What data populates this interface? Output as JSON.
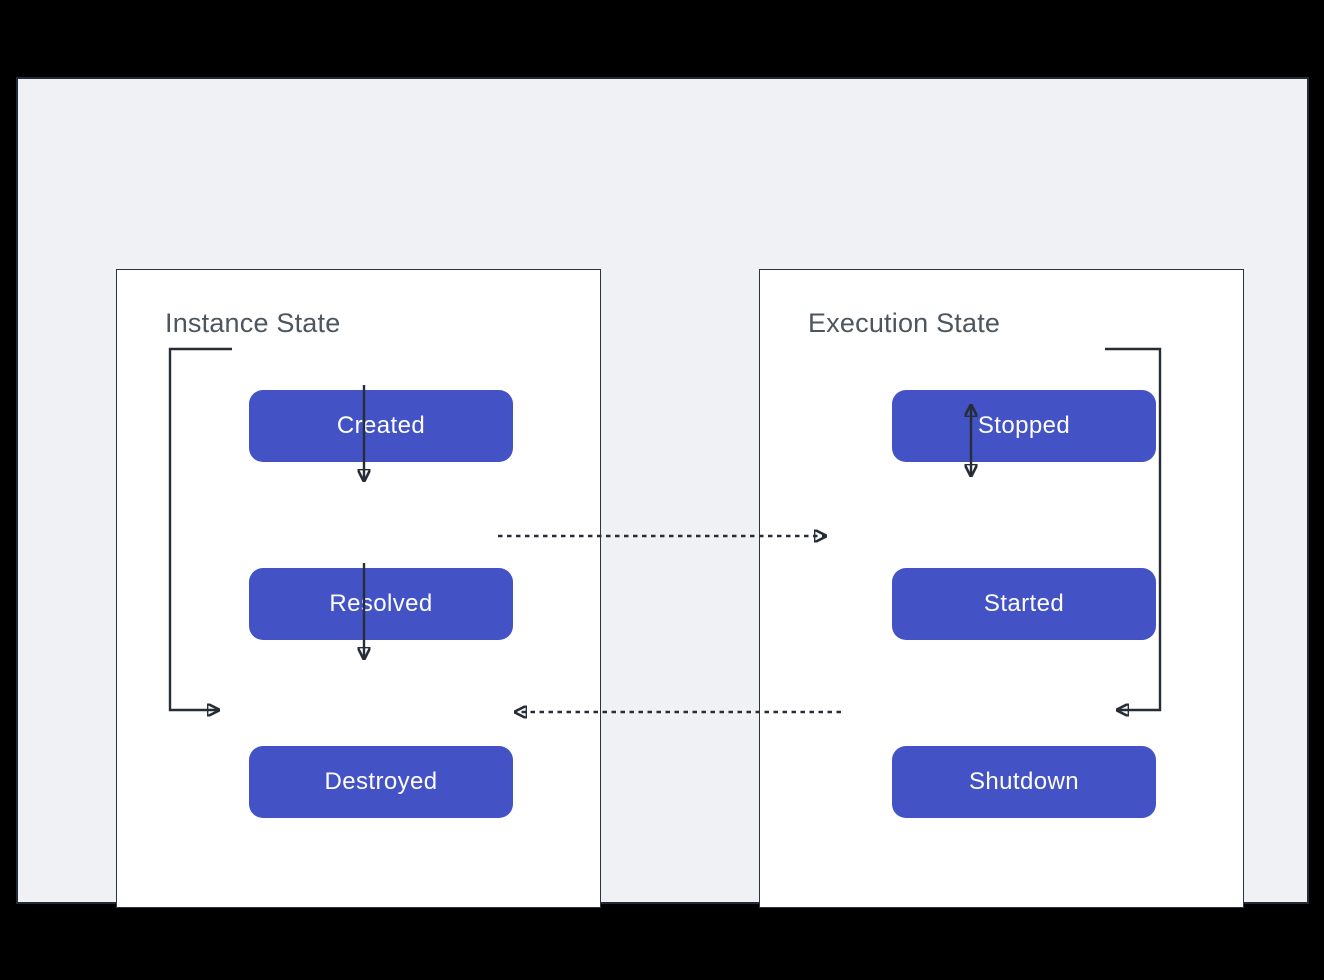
{
  "diagram": {
    "panels": [
      {
        "title": "Instance State",
        "nodes": [
          {
            "label": "Created"
          },
          {
            "label": "Resolved"
          },
          {
            "label": "Destroyed"
          }
        ]
      },
      {
        "title": "Execution State",
        "nodes": [
          {
            "label": "Stopped"
          },
          {
            "label": "Started"
          },
          {
            "label": "Shutdown"
          }
        ]
      }
    ],
    "connections": [
      {
        "from": "Created",
        "to": "Resolved",
        "style": "solid",
        "arrow": "single",
        "route": "straight-down"
      },
      {
        "from": "Resolved",
        "to": "Destroyed",
        "style": "solid",
        "arrow": "single",
        "route": "straight-down"
      },
      {
        "from": "Created",
        "to": "Destroyed",
        "style": "solid",
        "arrow": "single",
        "route": "left-bypass"
      },
      {
        "from": "Stopped",
        "to": "Started",
        "style": "solid",
        "arrow": "double",
        "route": "straight-down"
      },
      {
        "from": "Stopped",
        "to": "Shutdown",
        "style": "solid",
        "arrow": "single",
        "route": "right-bypass"
      },
      {
        "from": "Resolved",
        "to": "Started",
        "style": "dotted",
        "arrow": "single",
        "route": "horizontal"
      },
      {
        "from": "Shutdown",
        "to": "Destroyed",
        "style": "dotted",
        "arrow": "single",
        "route": "horizontal"
      }
    ],
    "colors": {
      "node_fill": "#4353c6",
      "node_text": "#fdfdfe",
      "panel_background": "#ffffff",
      "panel_border": "#2d343e",
      "canvas_background": "#f0f1f4",
      "frame_background": "#000000",
      "title_text": "#4d565f",
      "arrow": "#262d36"
    }
  }
}
